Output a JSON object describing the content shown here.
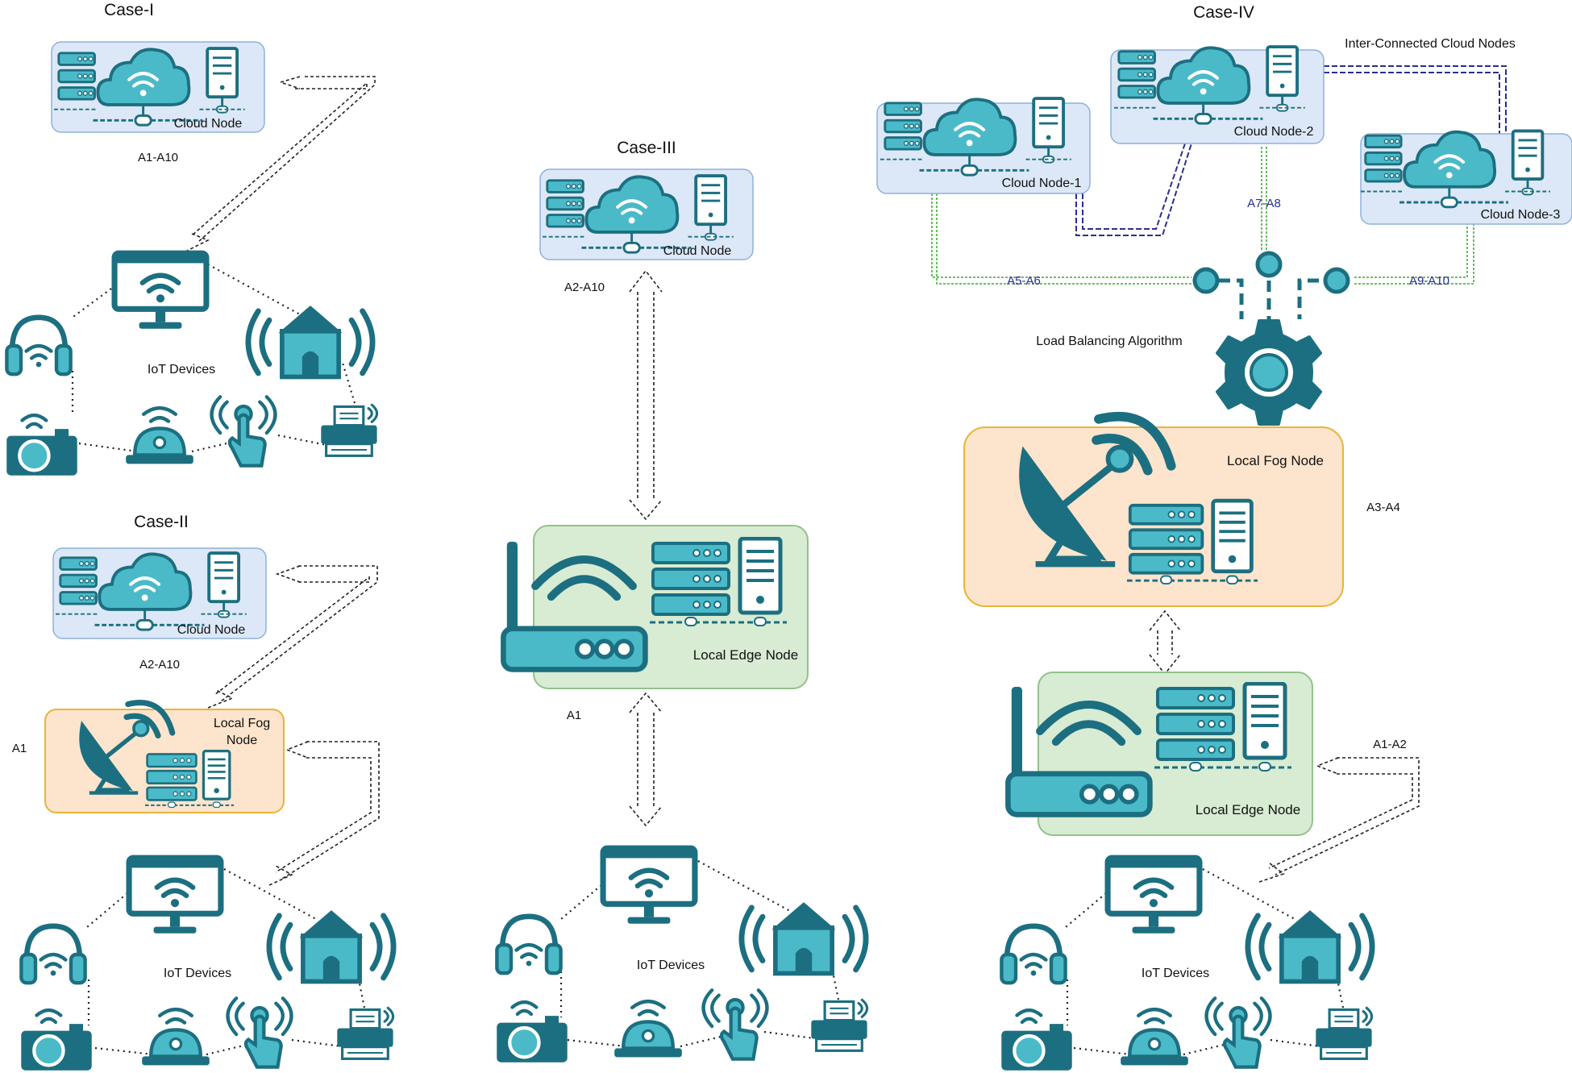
{
  "cases": {
    "case1": {
      "title": "Case-I",
      "cloud_label": "Cloud Node",
      "cloud_apps": "A1-A10",
      "iot_label": "IoT Devices"
    },
    "case2": {
      "title": "Case-II",
      "cloud_label": "Cloud Node",
      "cloud_apps": "A2-A10",
      "fog_label_line1": "Local Fog",
      "fog_label_line2": "Node",
      "fog_apps": "A1",
      "iot_label": "IoT Devices"
    },
    "case3": {
      "title": "Case-III",
      "cloud_label": "Cloud Node",
      "cloud_apps": "A2-A10",
      "edge_label": "Local Edge Node",
      "edge_apps": "A1",
      "iot_label": "IoT Devices"
    },
    "case4": {
      "title": "Case-IV",
      "interconnect_label": "Inter-Connected Cloud Nodes",
      "cloud1_label": "Cloud Node-1",
      "cloud2_label": "Cloud Node-2",
      "cloud3_label": "Cloud Node-3",
      "link_a5a6": "A5-A6",
      "link_a7a8": "A7-A8",
      "link_a9a10": "A9-A10",
      "lb_label": "Load Balancing Algorithm",
      "fog_label": "Local Fog Node",
      "fog_apps": "A3-A4",
      "edge_label": "Local Edge Node",
      "edge_apps": "A1-A2",
      "iot_label": "IoT Devices"
    }
  },
  "colors": {
    "teal": "#1c6f80",
    "teal_light": "#4bbac8",
    "cloud_box": "#dce8f7",
    "fog_box": "#fde4cc",
    "edge_box": "#d8ebd3",
    "link_blue": "#2a2f8e",
    "link_green": "#58b84a"
  }
}
